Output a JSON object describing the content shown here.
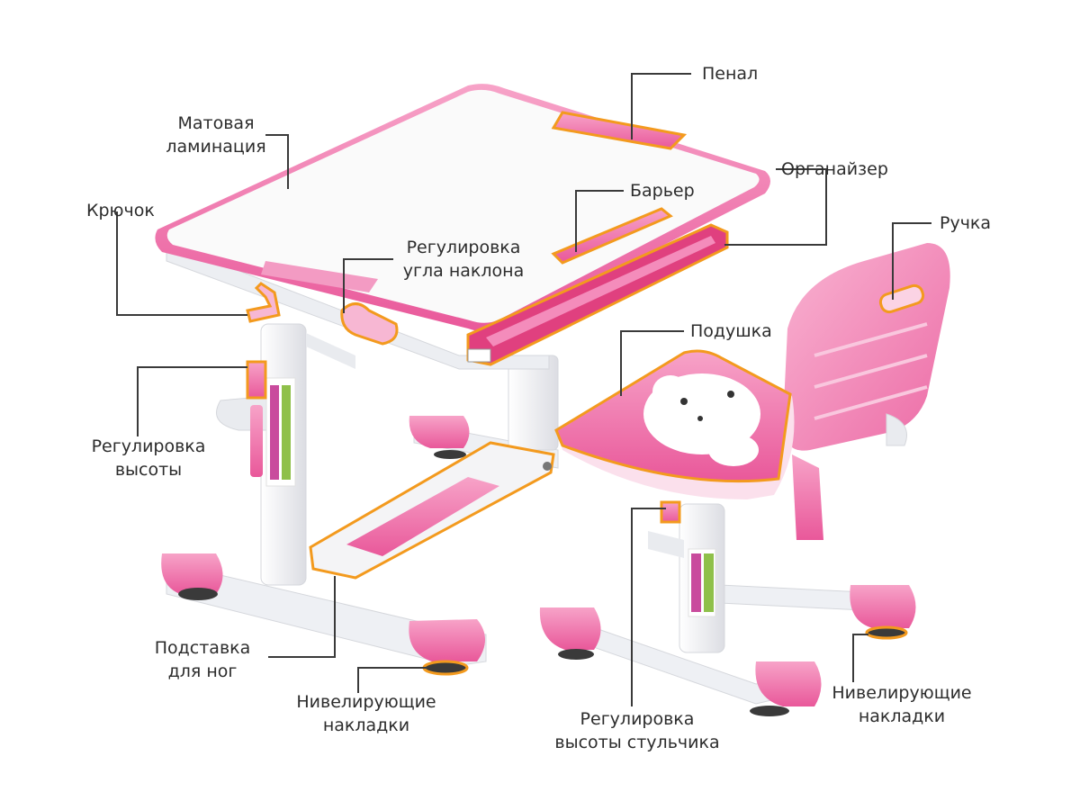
{
  "labels": {
    "penal": "Пенал",
    "matte_line1": "Матовая",
    "matte_line2": "ламинация",
    "organizer": "Органайзер",
    "barrier": "Барьер",
    "hook": "Крючок",
    "handle": "Ручка",
    "tilt_line1": "Регулировка",
    "tilt_line2": "угла наклона",
    "cushion": "Подушка",
    "height_line1": "Регулировка",
    "height_line2": "высоты",
    "footrest_line1": "Подставка",
    "footrest_line2": "для ног",
    "level_left_line1": "Нивелирующие",
    "level_left_line2": "накладки",
    "chair_height_line1": "Регулировка",
    "chair_height_line2": "высоты стульчика",
    "level_right_line1": "Нивелирующие",
    "level_right_line2": "накладки"
  },
  "colors": {
    "pink": "#f06aa8",
    "pink_light": "#f8a9cc",
    "pink_dark": "#d9377f",
    "white_part": "#f6f6f8",
    "grey": "#cfd2d8",
    "outline": "#f39a1e",
    "leader": "#3a3a3a",
    "text": "#2c2c2c"
  }
}
